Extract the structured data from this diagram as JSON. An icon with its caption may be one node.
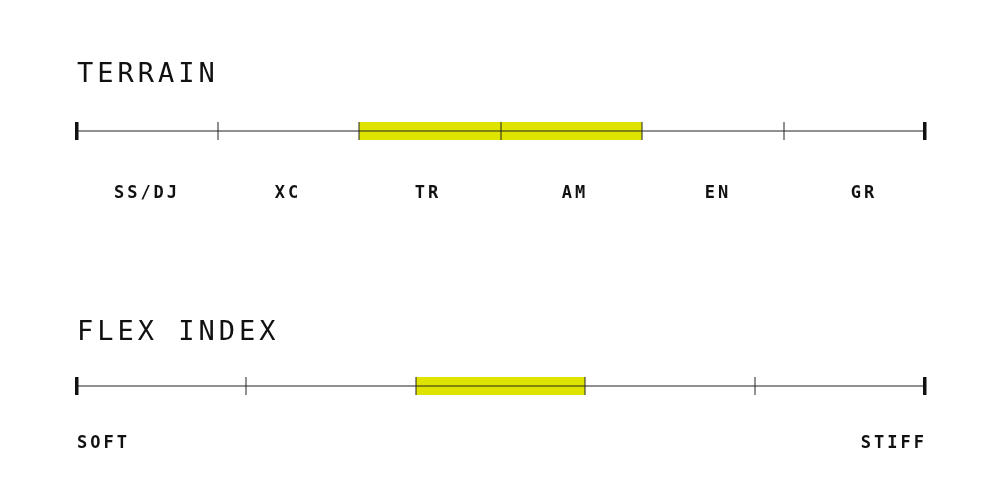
{
  "diagram": {
    "labels": [
      "TERRAIN",
      "SS/DJ",
      "XC",
      "TR",
      "AM",
      "EN",
      "GR",
      "FLEX INDEX",
      "SOFT",
      "STIFF"
    ]
  }
}
